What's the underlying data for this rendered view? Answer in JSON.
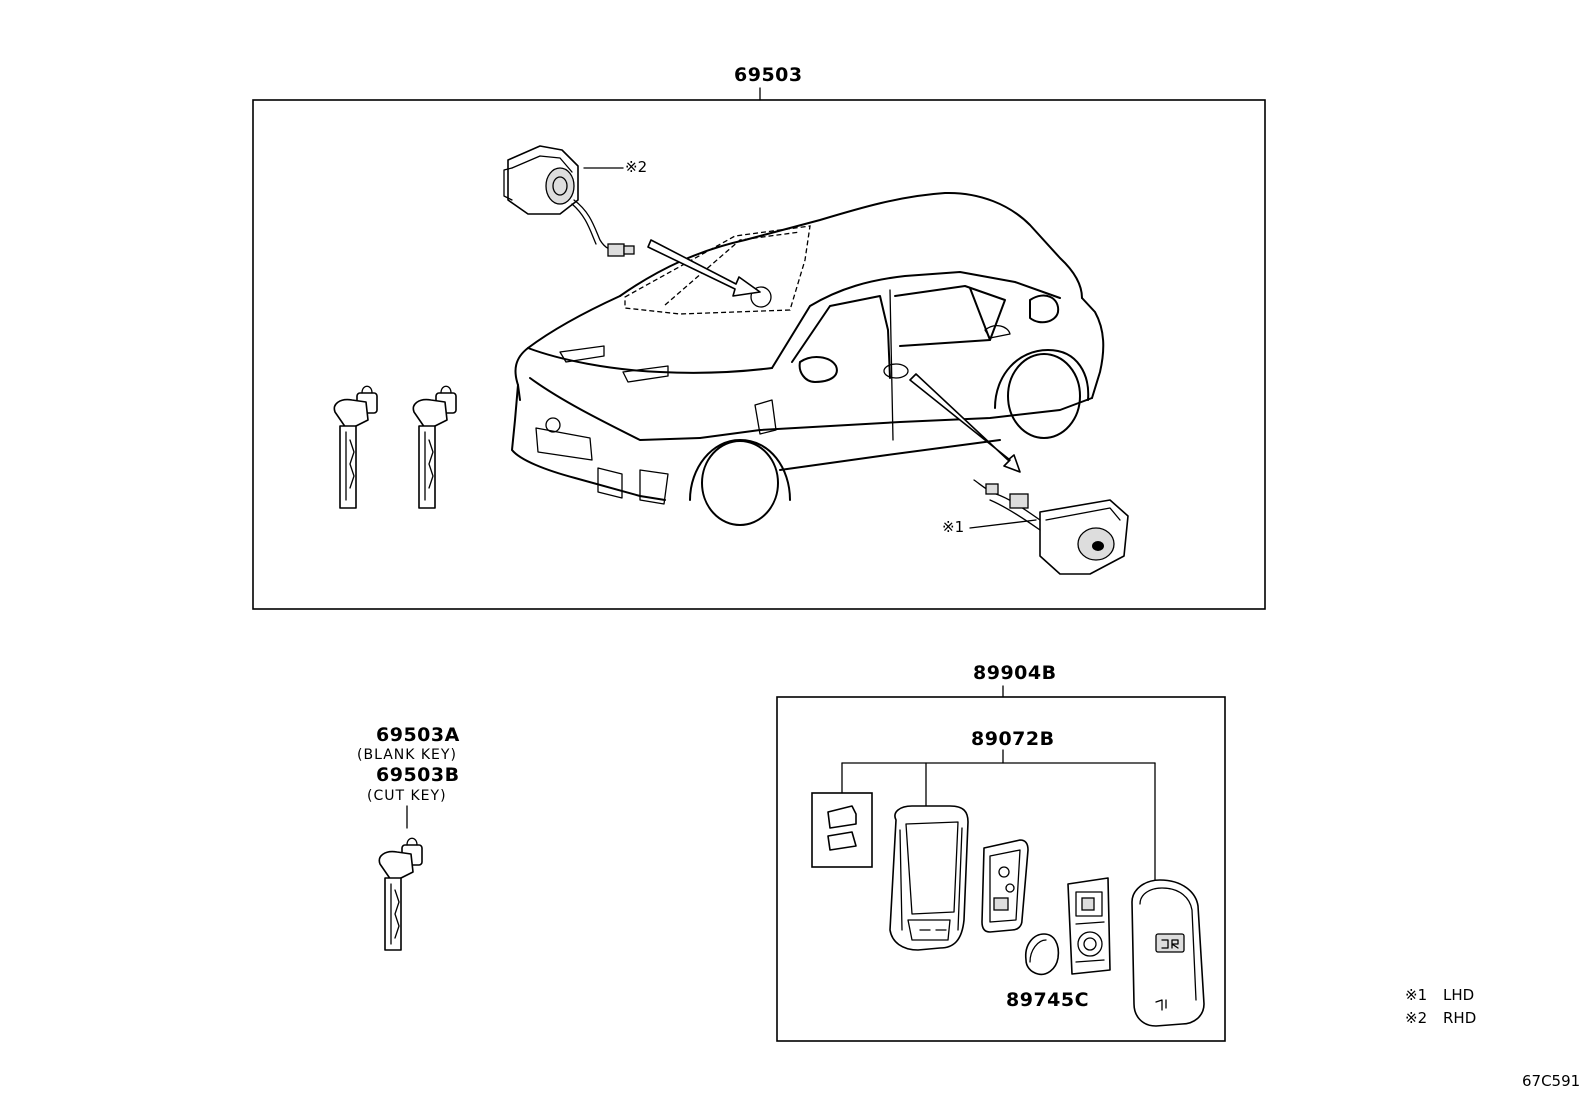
{
  "diagram_id": "67C591",
  "callouts": {
    "lock_set": "69503",
    "blank_key": "69503A",
    "blank_key_note": "(BLANK KEY)",
    "cut_key": "69503B",
    "cut_key_note": "(CUT KEY)",
    "transmitter_assy": "89904B",
    "transmitter_case": "89072B",
    "battery": "89745C",
    "mark_1": "※1",
    "mark_2": "※2"
  },
  "legend": {
    "items": [
      {
        "mark": "※1",
        "text": "LHD"
      },
      {
        "mark": "※2",
        "text": "RHD"
      }
    ]
  }
}
